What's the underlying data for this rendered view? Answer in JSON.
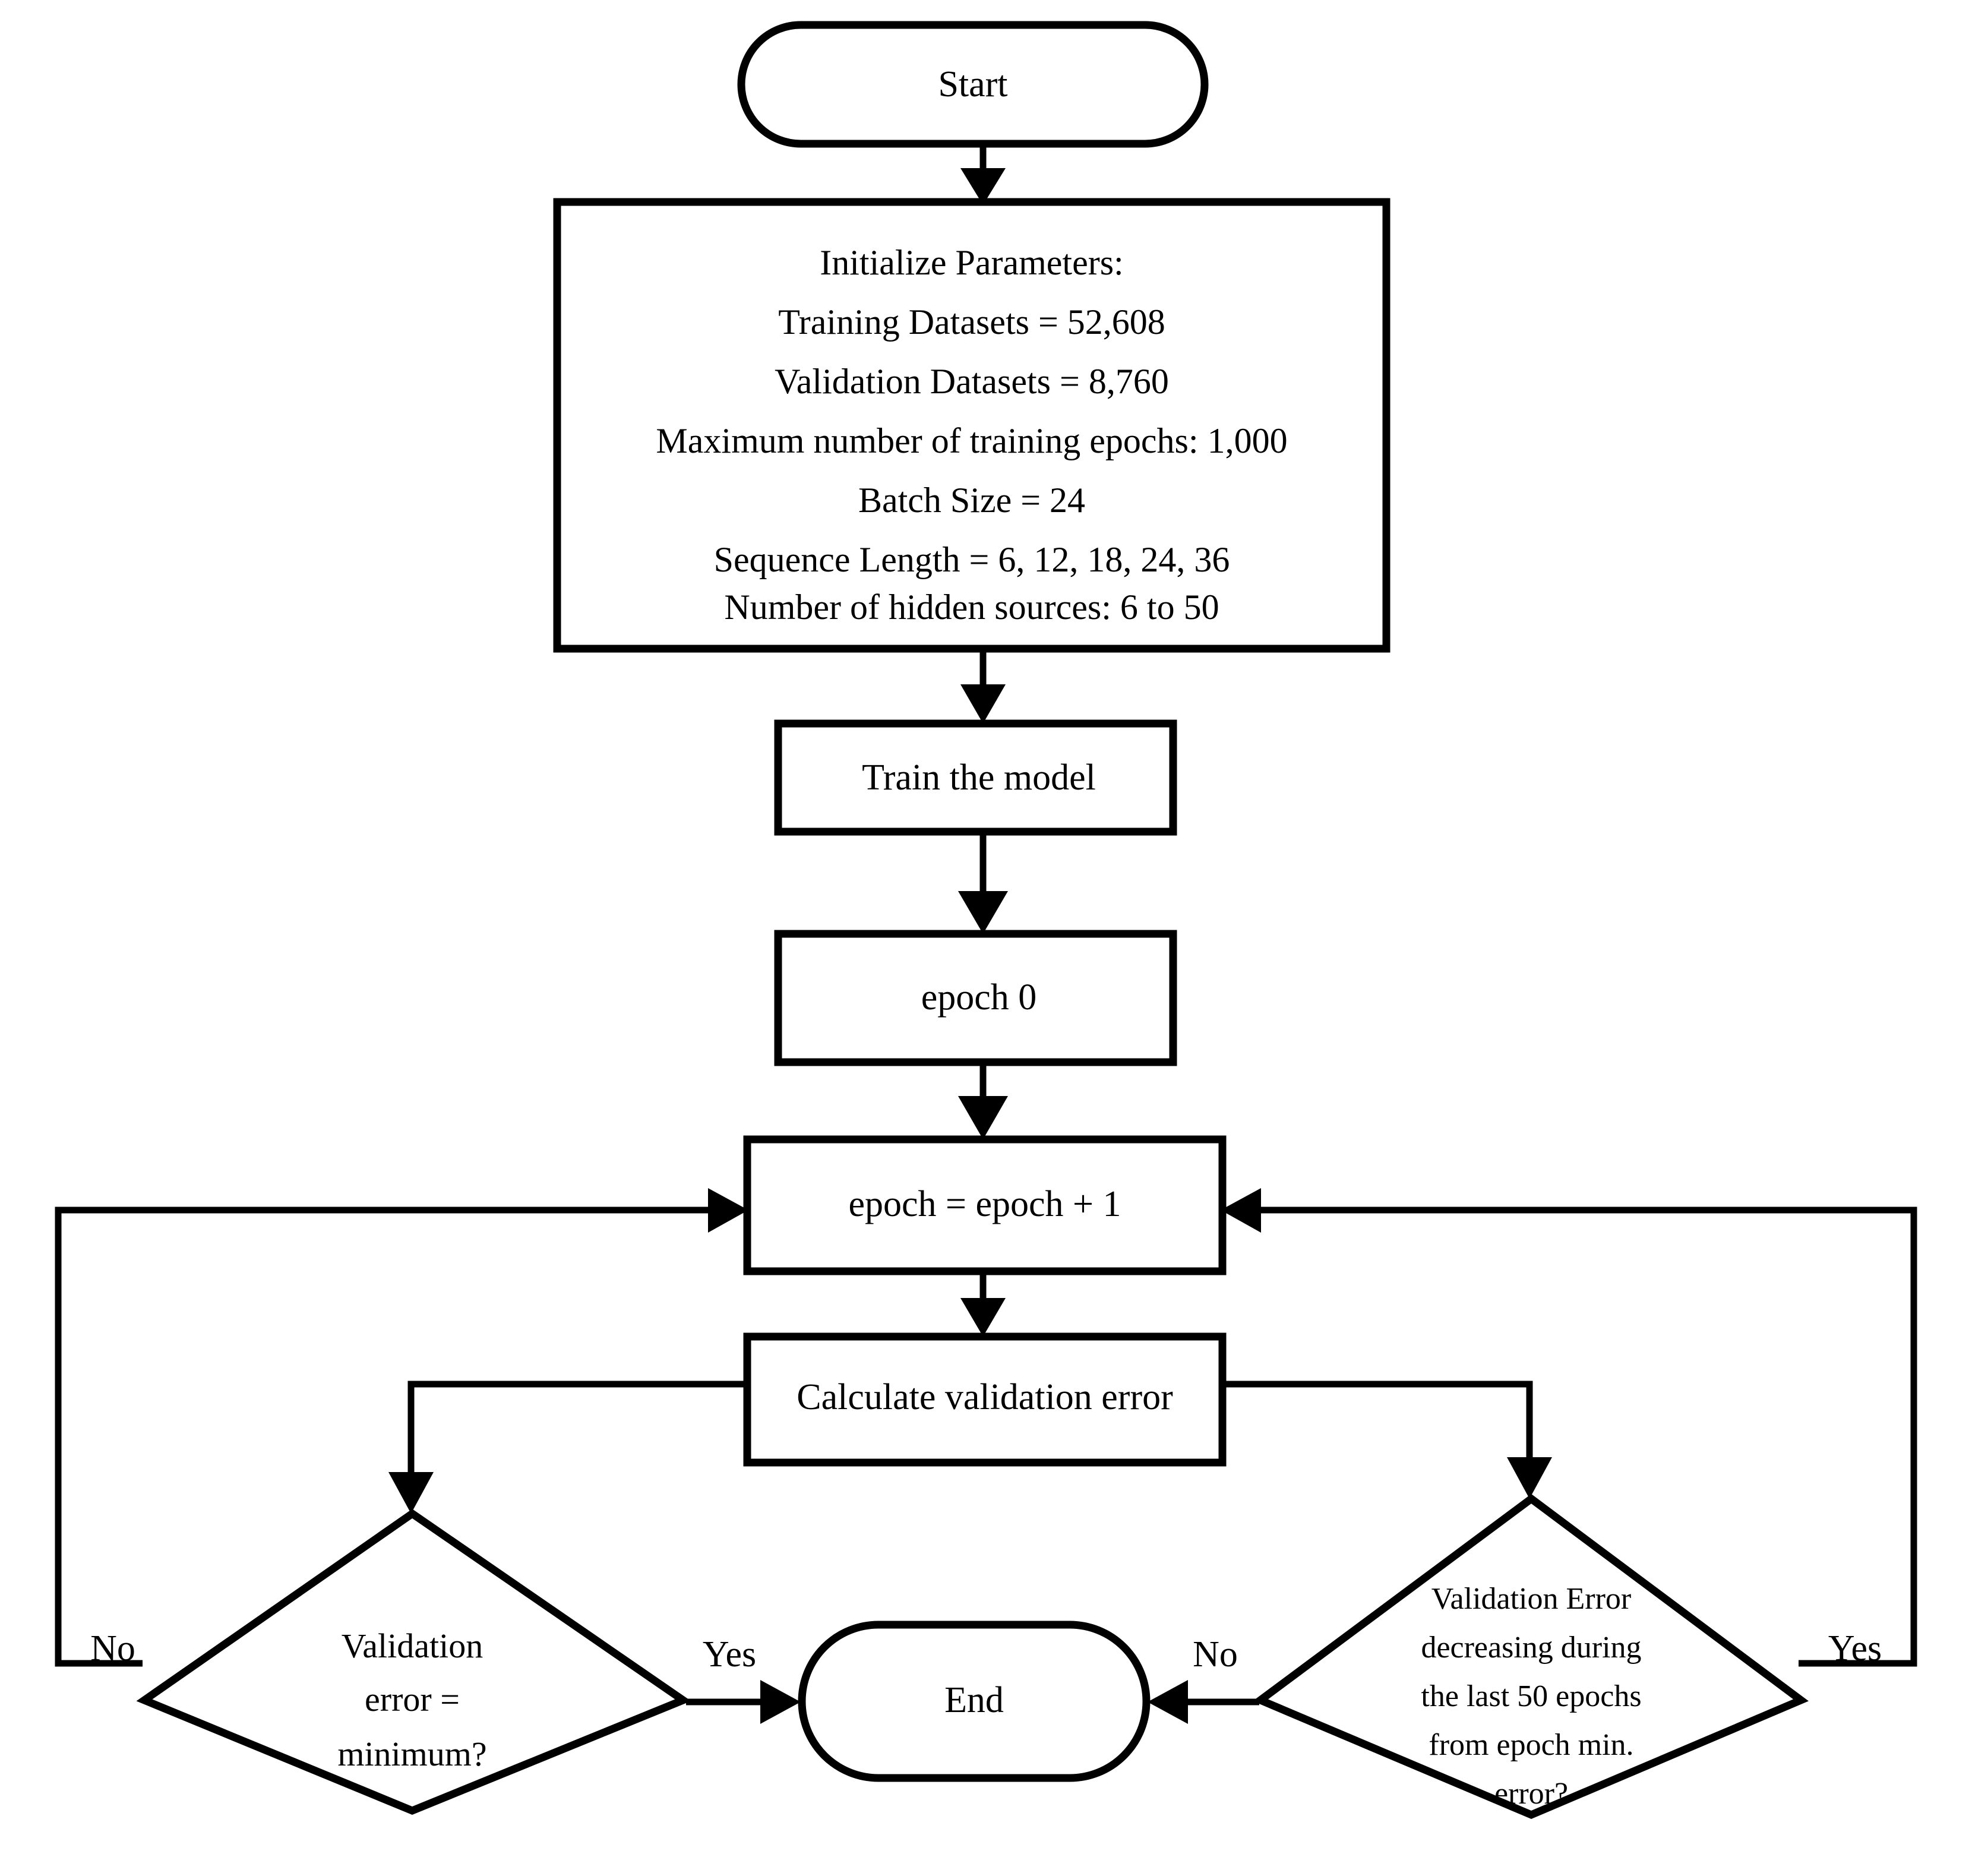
{
  "diagram": {
    "title_hidden": "Training procedure flowchart",
    "nodes": {
      "start": {
        "label": "Start",
        "shape": "stadium"
      },
      "init": {
        "shape": "rect",
        "lines": [
          "Initialize Parameters:",
          "Training  Datasets = 52,608",
          "Validation Datasets  = 8,760",
          "Maximum number of training  epochs: 1,000",
          "Batch Size = 24",
          "Sequence Length = 6, 12, 18, 24, 36",
          "Number of hidden sources: 6 to 50"
        ]
      },
      "train": {
        "label": "Train the model",
        "shape": "rect"
      },
      "epoch_zero": {
        "label": "epoch 0",
        "shape": "rect"
      },
      "epoch_inc": {
        "label": "epoch = epoch + 1",
        "shape": "rect"
      },
      "calc_error": {
        "label": "Calculate validation  error",
        "shape": "rect"
      },
      "decision_min": {
        "shape": "diamond",
        "lines": [
          "Validation",
          "error =",
          "minimum?"
        ]
      },
      "decision_decreasing": {
        "shape": "diamond",
        "lines": [
          "Validation  Error",
          "decreasing  during",
          "the last 50 epochs",
          "from  epoch min.",
          "error?"
        ]
      },
      "end": {
        "label": "End",
        "shape": "stadium"
      }
    },
    "edge_labels": {
      "min_no": "No",
      "min_yes": "Yes",
      "decreasing_no": "No",
      "decreasing_yes": "Yes"
    },
    "colors": {
      "stroke": "#000000",
      "fill": "#ffffff",
      "text": "#000000"
    }
  }
}
